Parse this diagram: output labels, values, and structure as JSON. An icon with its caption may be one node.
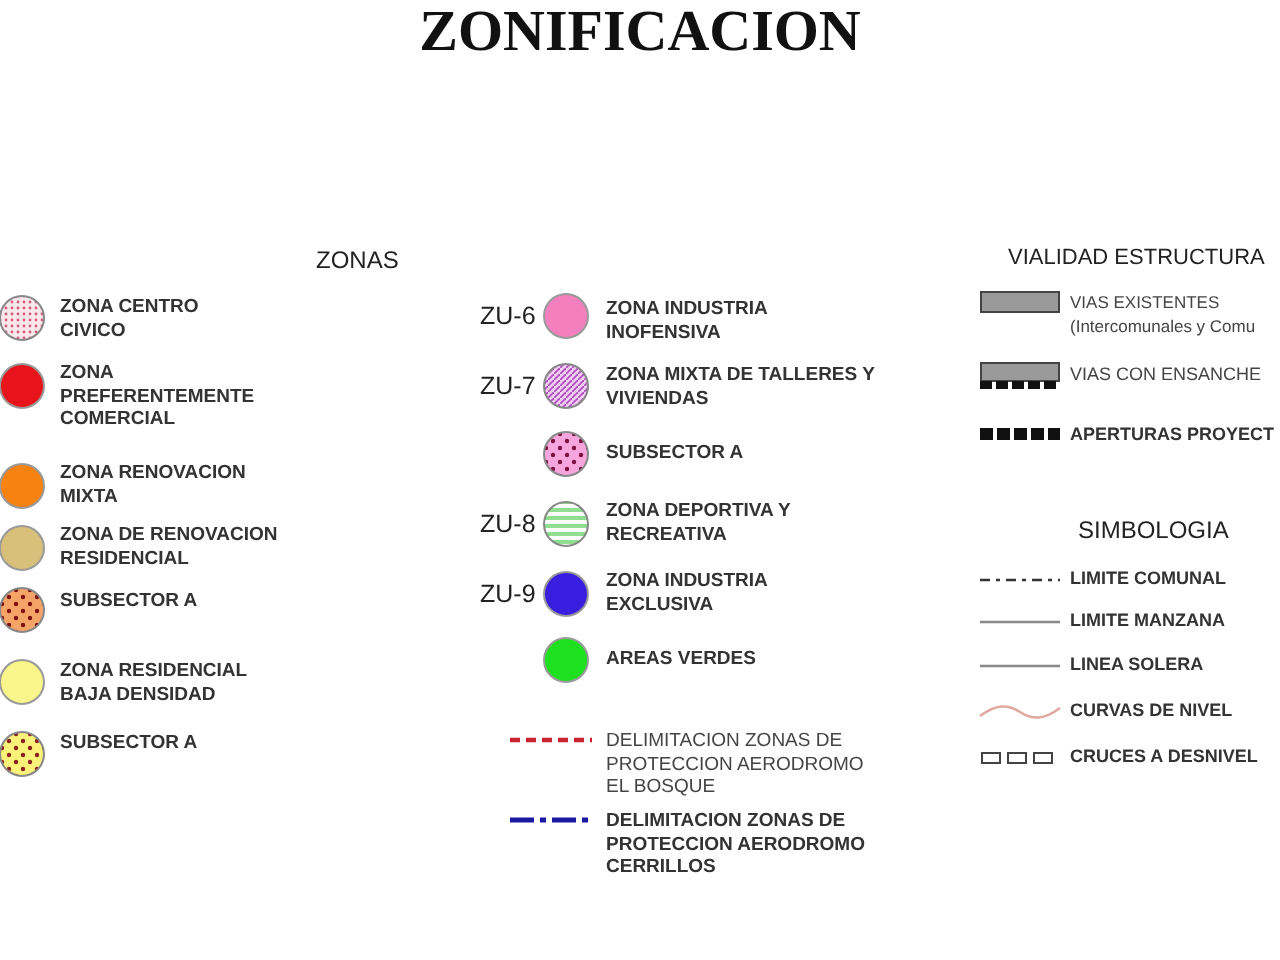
{
  "diagram": {
    "title": "ZONIFICACION",
    "labels": [
      "ZONAS",
      "VIALIDAD ESTRUCTURA",
      "ZU-6",
      "ZU-7",
      "SIMBOLOGIA",
      "ZU-8",
      "ZU-9"
    ],
    "legend": [
      {
        "text": "ZONA CENTRO CIVICO"
      },
      {
        "text": "ZONA PREFERENTEMENTE COMERCIAL",
        "color": "#e8141c"
      },
      {
        "text": "ZONA RENOVACION MIXTA",
        "color": "#f7820f"
      },
      {
        "text": "ZONA DE RENOVACION RESIDENCIAL",
        "color": "#d9c07a"
      },
      {
        "text": "SUBSECTOR A"
      },
      {
        "text": "ZONA RESIDENCIAL BAJA DENSIDAD",
        "color": "#f9f58a"
      },
      {
        "text": "SUBSECTOR A"
      },
      {
        "text": "ZONA INDUSTRIA INOFENSIVA",
        "color": "#f47fbf"
      },
      {
        "text": "ZONA MIXTA DE TALLERES Y VIVIENDAS"
      },
      {
        "text": "SUBSECTOR A"
      },
      {
        "text": "ZONA DEPORTIVA Y RECREATIVA"
      },
      {
        "text": "ZONA INDUSTRIA EXCLUSIVA",
        "color": "#3a1ee0"
      },
      {
        "text": "AREAS VERDES",
        "color": "#1ee01e"
      },
      {
        "text": "DELIMITACION ZONAS DE PROTECCION AERODROMO EL BOSQUE"
      },
      {
        "text": "DELIMITACION ZONAS DE PROTECCION AERODROMO CERRILLOS"
      },
      {
        "text": "VIAS EXISTENTES (Intercomunales y Comu"
      },
      {
        "text": "VIAS CON ENSANCHE"
      },
      {
        "text": "APERTURAS PROYECT"
      },
      {
        "text": "LIMITE COMUNAL"
      },
      {
        "text": "LIMITE MANZANA"
      },
      {
        "text": "LINEA SOLERA"
      },
      {
        "text": "CURVAS DE NIVEL"
      },
      {
        "text": "CRUCES A DESNIVEL"
      }
    ]
  }
}
